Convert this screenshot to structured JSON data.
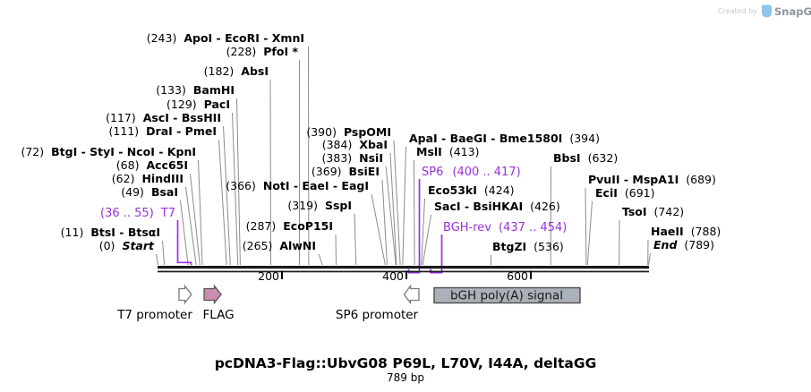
{
  "watermark": {
    "created_by": "Created by",
    "brand": "SnapGene"
  },
  "map": {
    "primers": {
      "t7": {
        "name": "T7",
        "range": "(36 .. 55)"
      },
      "sp6": {
        "name": "SP6",
        "range": "(400 .. 417)"
      },
      "bgh_rev": {
        "name": "BGH-rev",
        "range": "(437 .. 454)"
      }
    },
    "sites": [
      {
        "pos": "(243)",
        "names": "ApoI - EcoRI - XmnI"
      },
      {
        "pos": "(228)",
        "names": "PfoI *"
      },
      {
        "pos": "(182)",
        "names": "AbsI"
      },
      {
        "pos": "(133)",
        "names": "BamHI"
      },
      {
        "pos": "(129)",
        "names": "PacI"
      },
      {
        "pos": "(117)",
        "names": "AscI - BssHII"
      },
      {
        "pos": "(111)",
        "names": "DraI - PmeI"
      },
      {
        "pos": "(72)",
        "names": "BtgI - StyI - NcoI - KpnI"
      },
      {
        "pos": "(68)",
        "names": "Acc65I"
      },
      {
        "pos": "(62)",
        "names": "HindIII"
      },
      {
        "pos": "(49)",
        "names": "BsaI"
      },
      {
        "pos": "(11)",
        "names": "BtsI - BtsαI"
      },
      {
        "pos": "(0)",
        "names": "Start"
      },
      {
        "pos": "(390)",
        "names": "PspOMI"
      },
      {
        "pos": "(384)",
        "names": "XbaI"
      },
      {
        "pos": "(383)",
        "names": "NsiI"
      },
      {
        "pos": "(369)",
        "names": "BsiEI"
      },
      {
        "pos": "(366)",
        "names": "NotI - EaeI - EagI"
      },
      {
        "pos": "(319)",
        "names": "SspI"
      },
      {
        "pos": "(287)",
        "names": "EcoP15I"
      },
      {
        "pos": "(265)",
        "names": "AlwNI"
      },
      {
        "pos": "(394)",
        "names": "ApaI - BaeGI - Bme1580I"
      },
      {
        "pos": "(413)",
        "names": "MslI"
      },
      {
        "pos": "(424)",
        "names": "Eco53kI"
      },
      {
        "pos": "(426)",
        "names": "SacI - BsiHKAI"
      },
      {
        "pos": "(536)",
        "names": "BtgZI"
      },
      {
        "pos": "(632)",
        "names": "BbsI"
      },
      {
        "pos": "(689)",
        "names": "PvuII - MspA1I"
      },
      {
        "pos": "(691)",
        "names": "EciI"
      },
      {
        "pos": "(742)",
        "names": "TsoI"
      },
      {
        "pos": "(788)",
        "names": "HaeII"
      },
      {
        "pos": "(789)",
        "names": "End"
      }
    ],
    "ruler": {
      "t200": "200",
      "t400": "400",
      "t600": "600"
    },
    "features": {
      "t7_promoter": "T7 promoter",
      "flag": "FLAG",
      "sp6_promoter": "SP6 promoter",
      "bgh_polya": "bGH poly(A) signal"
    }
  },
  "title": {
    "name": "pcDNA3-Flag::UbvG08 P69L, L70V, I44A, deltaGG",
    "length": "789 bp"
  },
  "colors": {
    "primer_purple": "#9B30DC",
    "flag_pink": "#CB8DAE",
    "feature_gray": "#ABB1B8",
    "connector_gray": "#8C8C8C",
    "snapgene_blue": "#8FC3EA"
  }
}
